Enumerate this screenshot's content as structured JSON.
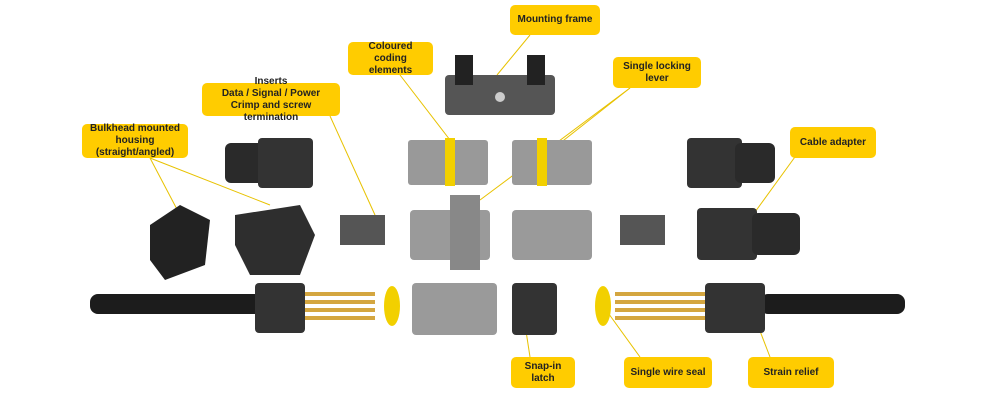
{
  "labels": {
    "mounting_frame": "Mounting frame",
    "coding_elements": "Coloured coding\nelements",
    "locking_lever": "Single locking lever",
    "inserts": "Inserts\nData / Signal / Power\nCrimp and screw termination",
    "bulkhead_housing": "Bulkhead mounted\nhousing (straight/angled)",
    "cable_adapter": "Cable adapter",
    "snap_in_latch": "Snap-in latch",
    "single_wire_seal": "Single wire seal",
    "strain_relief": "Strain relief"
  },
  "colors": {
    "label_bg": "#ffcc00",
    "housing": "#3a3a3a",
    "insert": "#9a9a9a",
    "coding": "#f2d000",
    "pins": "#d4a640"
  }
}
